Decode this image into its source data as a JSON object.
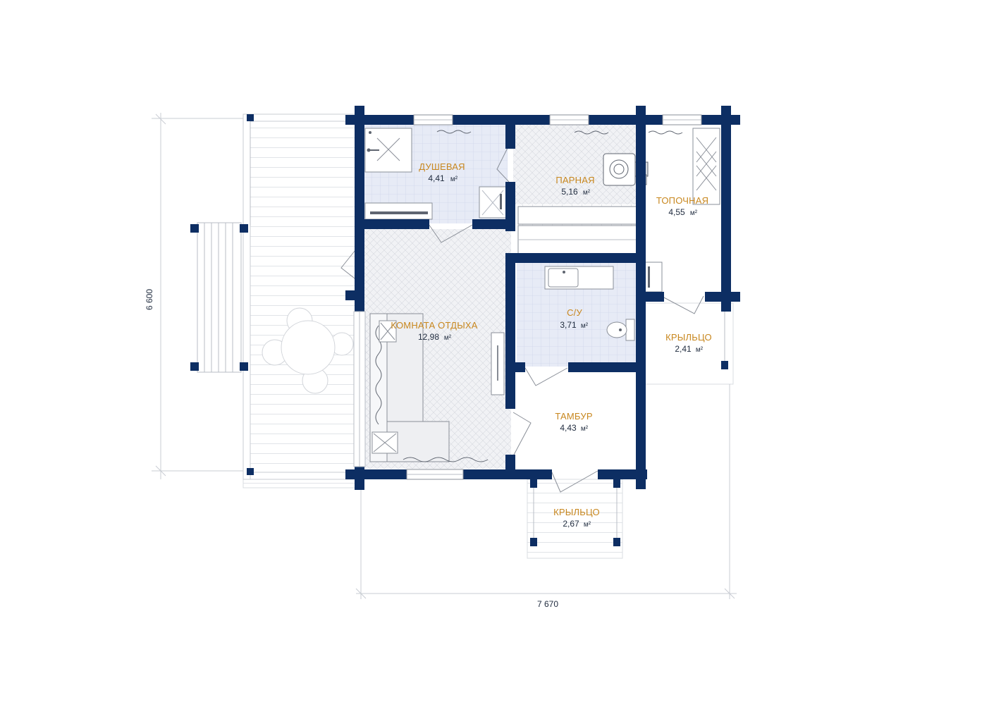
{
  "plan": {
    "area_unit": "м²",
    "rooms": [
      {
        "id": "dushevaya",
        "name": "ДУШЕВАЯ",
        "area": "4,41"
      },
      {
        "id": "parnaya",
        "name": "ПАРНАЯ",
        "area": "5,16"
      },
      {
        "id": "topochnaya",
        "name": "ТОПОЧНАЯ",
        "area": "4,55"
      },
      {
        "id": "komnata",
        "name": "КОМНАТА ОТДЫХА",
        "area": "12,98"
      },
      {
        "id": "su",
        "name": "С/У",
        "area": "3,71"
      },
      {
        "id": "krylco-right",
        "name": "КРЫЛЬЦО",
        "area": "2,41"
      },
      {
        "id": "tambur",
        "name": "ТАМБУР",
        "area": "4,43"
      },
      {
        "id": "krylco-bottom",
        "name": "КРЫЛЬЦО",
        "area": "2,67"
      }
    ],
    "dimensions": {
      "height": "6 600",
      "width": "7 670"
    },
    "colors": {
      "wall": "#0d2e63",
      "label": "#c8871e",
      "tile": "#e7ebf6"
    }
  }
}
